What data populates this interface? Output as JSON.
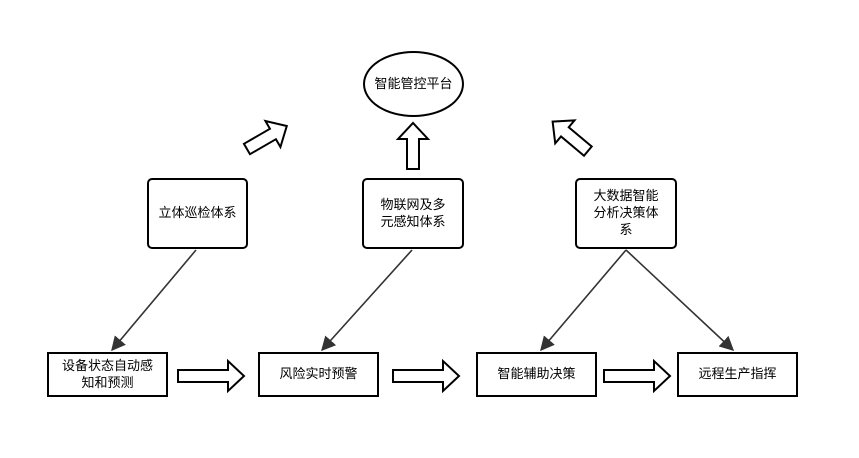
{
  "nodes": {
    "platform": "智能管控平台",
    "stereo_inspection": "立体巡检体系",
    "iot_perception": "物联网及多元感知体系",
    "bigdata_decision": "大数据智能分析决策体系",
    "device_perception": "设备状态自动感知和预测",
    "risk_warning": "风险实时预警",
    "smart_decision": "智能辅助决策",
    "remote_command": "远程生产指挥"
  }
}
